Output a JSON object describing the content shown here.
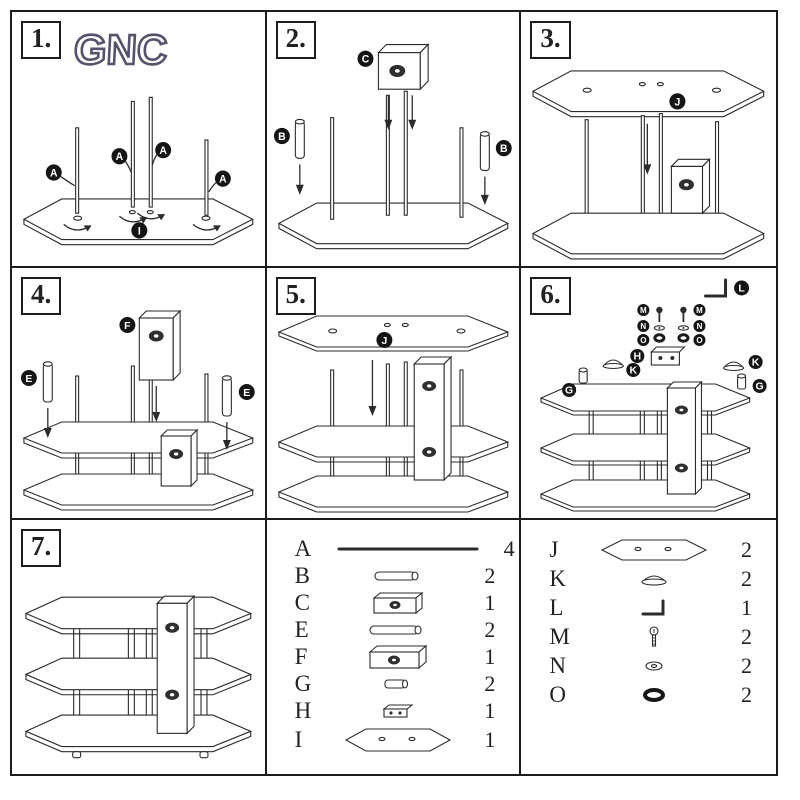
{
  "logo_text": "GNC",
  "panels": {
    "p1": {
      "step": "1.",
      "labels": {
        "a1": "A",
        "a2": "A",
        "a3": "A",
        "a4": "A",
        "i": "I"
      }
    },
    "p2": {
      "step": "2.",
      "labels": {
        "b1": "B",
        "c": "C",
        "b2": "B"
      }
    },
    "p3": {
      "step": "3.",
      "labels": {
        "j": "J"
      }
    },
    "p4": {
      "step": "4.",
      "labels": {
        "e1": "E",
        "f": "F",
        "e2": "E"
      }
    },
    "p5": {
      "step": "5.",
      "labels": {
        "j": "J"
      }
    },
    "p6": {
      "step": "6.",
      "labels": {
        "l": "L",
        "m1": "M",
        "n1": "N",
        "o1": "O",
        "m2": "M",
        "n2": "N",
        "o2": "O",
        "h": "H",
        "k1": "K",
        "k2": "K",
        "g1": "G",
        "g2": "G"
      }
    },
    "p7": {
      "step": "7."
    }
  },
  "parts_left": [
    {
      "letter": "A",
      "qty": "4",
      "icon": "support-pole"
    },
    {
      "letter": "B",
      "qty": "2",
      "icon": "spacer-tube"
    },
    {
      "letter": "C",
      "qty": "1",
      "icon": "center-block"
    },
    {
      "letter": "E",
      "qty": "2",
      "icon": "spacer-tube-long"
    },
    {
      "letter": "F",
      "qty": "1",
      "icon": "center-block-tall"
    },
    {
      "letter": "G",
      "qty": "2",
      "icon": "small-cylinder"
    },
    {
      "letter": "H",
      "qty": "1",
      "icon": "small-block"
    },
    {
      "letter": "I",
      "qty": "1",
      "icon": "base-shelf"
    }
  ],
  "parts_right": [
    {
      "letter": "J",
      "qty": "2",
      "icon": "glass-shelf"
    },
    {
      "letter": "K",
      "qty": "2",
      "icon": "foot-cap"
    },
    {
      "letter": "L",
      "qty": "1",
      "icon": "allen-key"
    },
    {
      "letter": "M",
      "qty": "2",
      "icon": "screw"
    },
    {
      "letter": "N",
      "qty": "2",
      "icon": "washer"
    },
    {
      "letter": "O",
      "qty": "2",
      "icon": "rubber-ring"
    }
  ]
}
